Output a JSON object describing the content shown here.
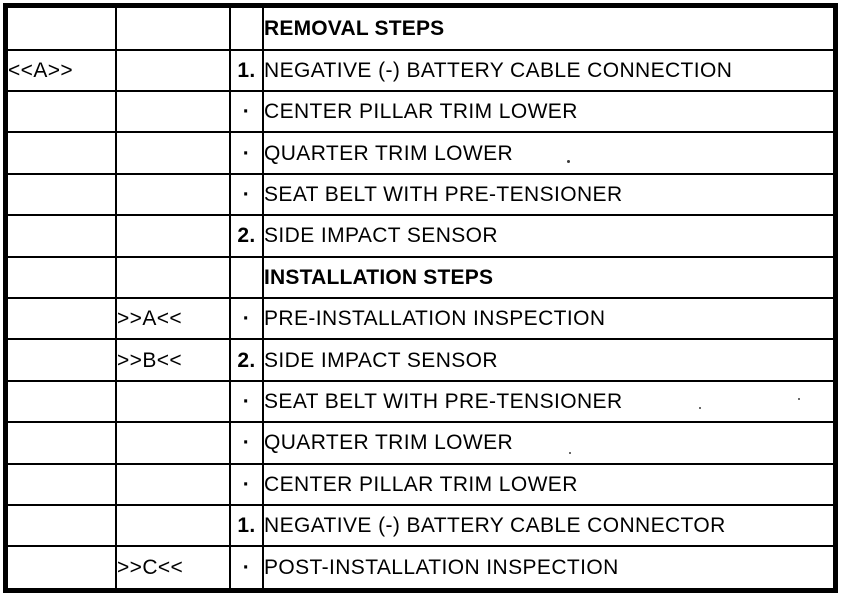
{
  "table": {
    "columns": [
      "removal-marker",
      "installation-marker",
      "step-number",
      "step-description"
    ],
    "section_headers": {
      "removal": "REMOVAL STEPS",
      "installation": "INSTALLATION STEPS"
    },
    "rows": [
      {
        "cells": [
          "",
          "",
          "",
          "REMOVAL STEPS"
        ],
        "bold": true
      },
      {
        "cells": [
          "<<A>>",
          "",
          "1.",
          "NEGATIVE (-) BATTERY CABLE CONNECTION"
        ],
        "bold": false
      },
      {
        "cells": [
          "",
          "",
          "·",
          "CENTER PILLAR TRIM LOWER"
        ],
        "bold": false
      },
      {
        "cells": [
          "",
          "",
          "·",
          "QUARTER TRIM LOWER"
        ],
        "bold": false
      },
      {
        "cells": [
          "",
          "",
          "·",
          "SEAT BELT WITH PRE-TENSIONER"
        ],
        "bold": false
      },
      {
        "cells": [
          "",
          "",
          "2.",
          "SIDE IMPACT SENSOR"
        ],
        "bold": false
      },
      {
        "cells": [
          "",
          "",
          "",
          "INSTALLATION STEPS"
        ],
        "bold": true
      },
      {
        "cells": [
          "",
          ">>A<<",
          "·",
          "PRE-INSTALLATION INSPECTION"
        ],
        "bold": false
      },
      {
        "cells": [
          "",
          ">>B<<",
          "2.",
          "SIDE IMPACT SENSOR"
        ],
        "bold": false
      },
      {
        "cells": [
          "",
          "",
          "·",
          "SEAT BELT WITH PRE-TENSIONER"
        ],
        "bold": false
      },
      {
        "cells": [
          "",
          "",
          "·",
          "QUARTER TRIM LOWER"
        ],
        "bold": false
      },
      {
        "cells": [
          "",
          "",
          "·",
          "CENTER PILLAR TRIM LOWER"
        ],
        "bold": false
      },
      {
        "cells": [
          "",
          "",
          "1.",
          "NEGATIVE (-) BATTERY CABLE CONNECTOR"
        ],
        "bold": false
      },
      {
        "cells": [
          "",
          ">>C<<",
          "·",
          "POST-INSTALLATION INSPECTION"
        ],
        "bold": false
      }
    ]
  },
  "colors": {
    "border": "#000000",
    "text": "#000000",
    "background": "#ffffff"
  }
}
